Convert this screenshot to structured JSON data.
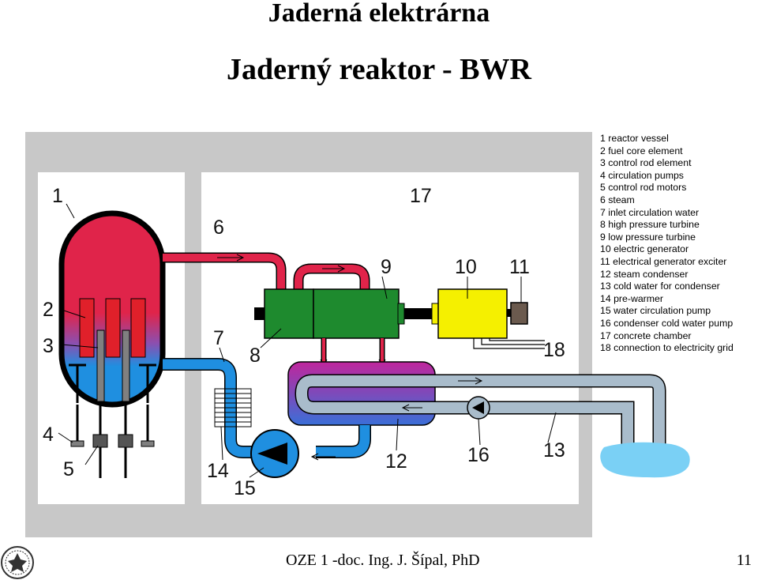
{
  "title_main": "Jaderná elektrárna",
  "title_sub": "Jaderný reaktor - BWR",
  "diagram": {
    "numbers": [
      "1",
      "2",
      "3",
      "4",
      "5",
      "6",
      "7",
      "8",
      "9",
      "10",
      "11",
      "12",
      "13",
      "14",
      "15",
      "16",
      "17",
      "18"
    ],
    "legend": [
      "1 reactor vessel",
      "2 fuel core element",
      "3 control rod element",
      "4 circulation pumps",
      "5 control rod motors",
      "6 steam",
      "7 inlet circulation water",
      "8 high pressure turbine",
      "9 low pressure turbine",
      "10 electric generator",
      "11 electrical generator exciter",
      "12 steam condenser",
      "13 cold water for condenser",
      "14 pre-warmer",
      "15 water circulation pump",
      "16 condenser cold water pump",
      "17 concrete chamber",
      "18 connection to electricity grid"
    ],
    "colors": {
      "concrete": "#c8c8c8",
      "hot": "#e0244a",
      "cold": "#1f8fe0",
      "turbine": "#1e8a2e",
      "generator": "#f5f000",
      "exciter": "#6b5a4e",
      "pipe_gray": "#a9bccb",
      "condenser_top": "#c0269c",
      "condenser_bottom": "#3a6fd8"
    }
  },
  "footer": "OZE 1 -doc. Ing. J. Šípal, PhD",
  "page_number": "11"
}
